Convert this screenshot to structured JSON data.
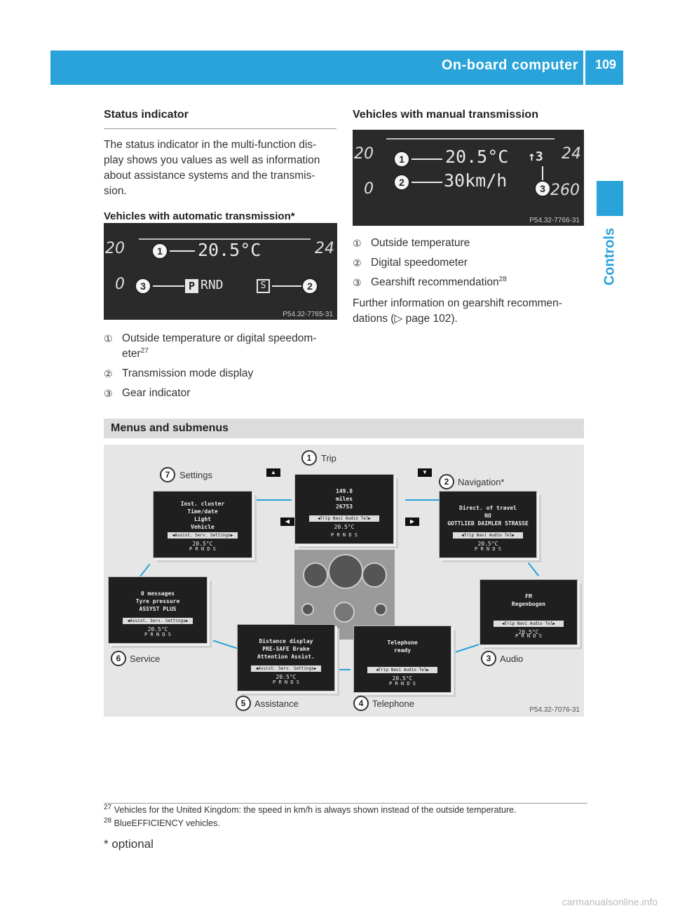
{
  "header": {
    "title": "On-board computer",
    "page": "109"
  },
  "side_tab": {
    "label": "Controls"
  },
  "left": {
    "heading": "Status indicator",
    "intro": "The status indicator in the multi-function display shows you values as well as information about assistance systems and the transmission.",
    "intro_lines": [
      "The status indicator in the multi-function dis-",
      "play shows you values as well as information",
      "about assistance systems and the transmis-",
      "sion."
    ],
    "subheading": "Vehicles with automatic transmission*",
    "image": {
      "left_num": "20",
      "right_num": "24",
      "zero": "0",
      "temp": "20.5°C",
      "gear": "RND",
      "gear_p": "P",
      "mode": "S",
      "code": "P54.32-7765-31",
      "callouts": [
        "1",
        "2",
        "3"
      ]
    },
    "items": [
      {
        "marker": "1",
        "text": "Outside temperature or digital speedom-",
        "text2": "eter",
        "sup": "27"
      },
      {
        "marker": "2",
        "text": "Transmission mode display"
      },
      {
        "marker": "3",
        "text": "Gear indicator"
      }
    ]
  },
  "right": {
    "heading": "Vehicles with manual transmission",
    "image": {
      "left_num": "20",
      "right_num": "24",
      "zero": "0",
      "speed_num": "260",
      "temp": "20.5°C",
      "speed": "30km/h",
      "shift": "↑3",
      "code": "P54.32-7766-31",
      "callouts": [
        "1",
        "2",
        "3"
      ]
    },
    "items": [
      {
        "marker": "1",
        "text": "Outside temperature"
      },
      {
        "marker": "2",
        "text": "Digital speedometer"
      },
      {
        "marker": "3",
        "text": "Gearshift recommendation",
        "sup": "28"
      }
    ],
    "further_1": "Further information on gearshift recommen-",
    "further_2": "dations (",
    "further_arrow": "▷",
    "further_3": " page 102)."
  },
  "menus": {
    "heading": "Menus and submenus",
    "code": "P54.32-7076-31",
    "nodes": [
      {
        "num": "1",
        "label": "Trip"
      },
      {
        "num": "2",
        "label": "Navigation*"
      },
      {
        "num": "3",
        "label": "Audio"
      },
      {
        "num": "4",
        "label": "Telephone"
      },
      {
        "num": "5",
        "label": "Assistance"
      },
      {
        "num": "6",
        "label": "Service"
      },
      {
        "num": "7",
        "label": "Settings"
      }
    ],
    "screens": {
      "trip": {
        "lines": [
          "149.8",
          "miles",
          "26753"
        ],
        "tabs": "◀Trip  Navi  Audio  Tel▶",
        "temp": "20.5°C",
        "prnd": "P R N D  S"
      },
      "navigation": {
        "lines": [
          "Direct. of travel",
          "NO",
          "GOTTLIEB DAIMLER STRASSE"
        ],
        "tabs": "◀Trip  Navi  Audio  Tel▶",
        "temp": "20.5°C",
        "prnd": "P R N D  S"
      },
      "settings": {
        "lines": [
          "Inst. cluster",
          "Time/date",
          "Light",
          "Vehicle"
        ],
        "tabs": "◀Assist.  Serv.  Settings▶",
        "temp": "20.5°C",
        "prnd": "P R N D  S"
      },
      "service": {
        "lines": [
          "0 messages",
          "Tyre pressure",
          "ASSYST PLUS"
        ],
        "tabs": "◀Assist.  Serv.  Settings▶",
        "temp": "20.5°C",
        "prnd": "P R N D  S"
      },
      "assistance": {
        "lines": [
          "Distance display",
          "PRE-SAFE Brake",
          "Attention Assist."
        ],
        "tabs": "◀Assist.  Serv.  Settings▶",
        "temp": "20.5°C",
        "prnd": "P R N D  S"
      },
      "telephone": {
        "lines": [
          "Telephone",
          "ready"
        ],
        "tabs": "◀Trip  Navi  Audio  Tel▶",
        "temp": "20.5°C",
        "prnd": "P R N D  S"
      },
      "audio": {
        "lines": [
          "FM",
          "Regenbogen"
        ],
        "tabs": "◀Trip  Navi  Audio  Tel▶",
        "temp": "20.5°C",
        "prnd": "P R N D  S"
      }
    },
    "keys": {
      "up": "▲",
      "down": "▼",
      "left": "◀",
      "right": "▶"
    }
  },
  "footnotes": [
    {
      "num": "27",
      "text": "Vehicles for the United Kingdom: the speed in km/h is always shown instead of the outside temperature."
    },
    {
      "num": "28",
      "text": "BlueEFFICIENCY vehicles."
    }
  ],
  "optional_note": "* optional",
  "watermark": "carmanualsonline.info",
  "colors": {
    "brand": "#29a3d9",
    "section": "#dcdcdc",
    "diagram_bg": "#e6e6e6"
  }
}
